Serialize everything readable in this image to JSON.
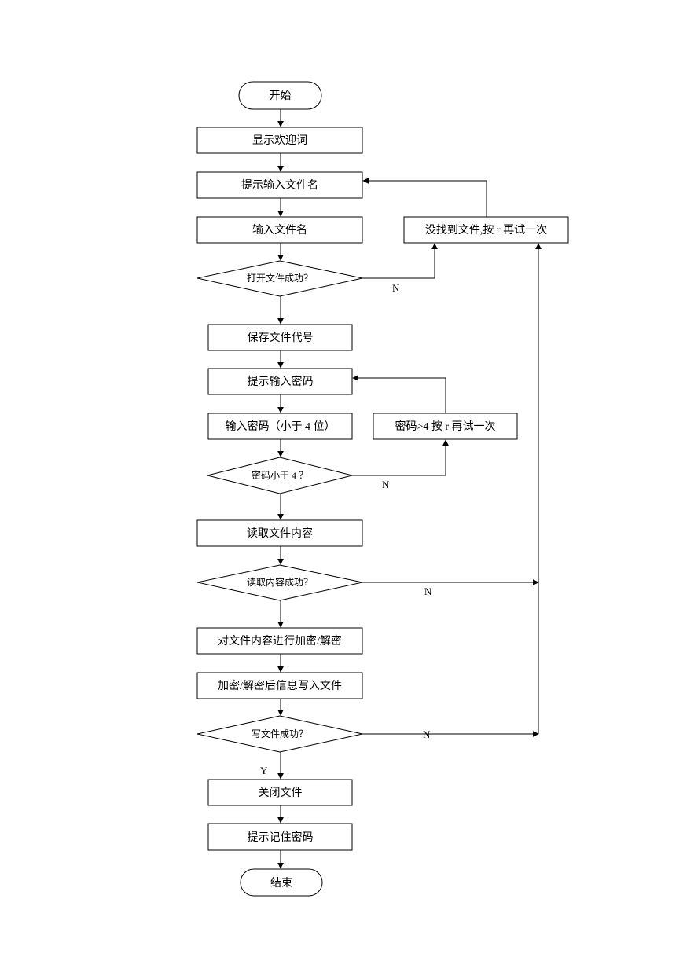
{
  "flowchart": {
    "start": "开始",
    "show_welcome": "显示欢迎词",
    "prompt_filename": "提示输入文件名",
    "input_filename": "输入文件名",
    "file_not_found": "没找到文件,按 r 再试一次",
    "open_file_success": "打开文件成功？",
    "save_file_handle": "保存文件代号",
    "prompt_password": "提示输入密码",
    "input_password": "输入密码（小于 4 位）",
    "password_too_long": "密码>4 按 r 再试一次",
    "password_check": "密码小于 4 ？",
    "read_file_content": "读取文件内容",
    "read_success": "读取内容成功？",
    "encrypt_decrypt": "对文件内容进行加密/解密",
    "write_back": "加密/解密后信息写入文件",
    "write_success": "写文件成功？",
    "close_file": "关闭文件",
    "remind_password": "提示记住密码",
    "end": "结束"
  },
  "edge_labels": {
    "open_fail": "N",
    "password_fail": "N",
    "read_fail": "N",
    "write_fail": "N",
    "write_ok": "Y"
  }
}
